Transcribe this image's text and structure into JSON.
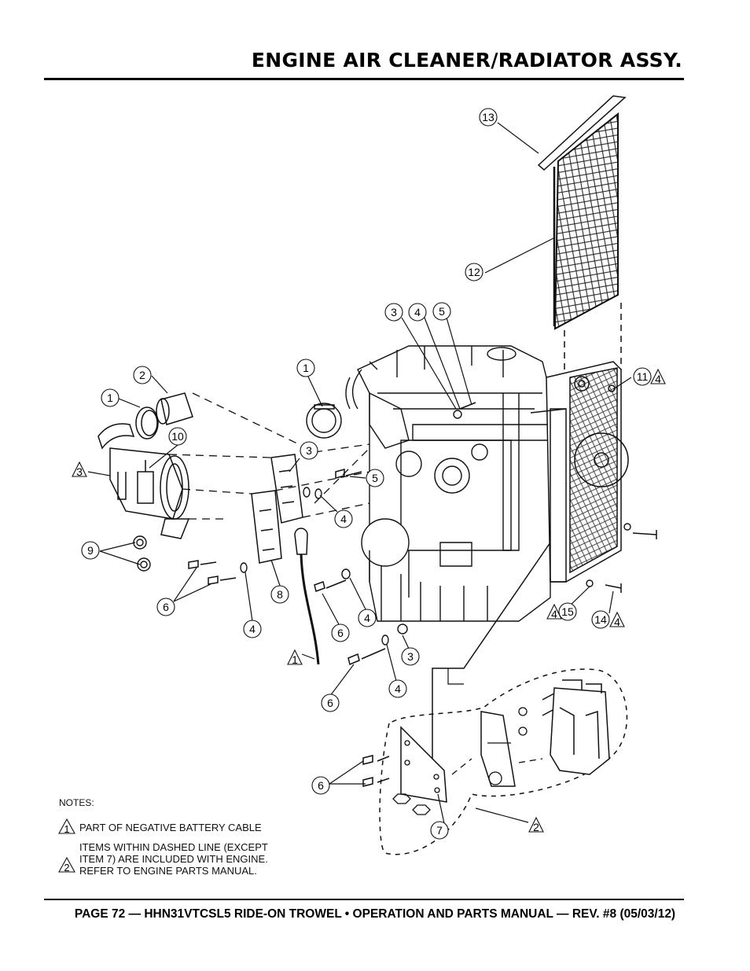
{
  "page_title": "ENGINE AIR CLEANER/RADIATOR ASSY.",
  "footer": "PAGE 72 — HHN31VTCSL5 RIDE-ON TROWEL • OPERATION AND PARTS MANUAL — REV. #8 (05/03/12)",
  "notes": {
    "heading": "NOTES:",
    "items": [
      {
        "symbol": "1",
        "text": "PART OF NEGATIVE BATTERY CABLE"
      },
      {
        "symbol": "2",
        "text": "ITEMS WITHIN DASHED LINE (EXCEPT ITEM 7) ARE INCLUDED WITH ENGINE. REFER TO ENGINE PARTS MANUAL."
      }
    ]
  },
  "callouts": {
    "c1a": "1",
    "c2": "2",
    "c10": "10",
    "c1b": "1",
    "c3a": "3",
    "c4a": "4",
    "c5a": "5",
    "c12": "12",
    "c13": "13",
    "c3b": "3",
    "c5b": "5",
    "c4b": "4",
    "c9": "9",
    "c6a": "6",
    "c8": "8",
    "c4c": "4",
    "c6b": "6",
    "c4d": "4",
    "c3c": "3",
    "c6c": "6",
    "c4e": "4",
    "c11": "11",
    "c15": "15",
    "c14": "14",
    "c6d": "6",
    "c7": "7"
  },
  "triangles": {
    "t3": "3",
    "t1": "1",
    "t11": "4",
    "t15": "4",
    "t14": "4",
    "t2": "2"
  }
}
